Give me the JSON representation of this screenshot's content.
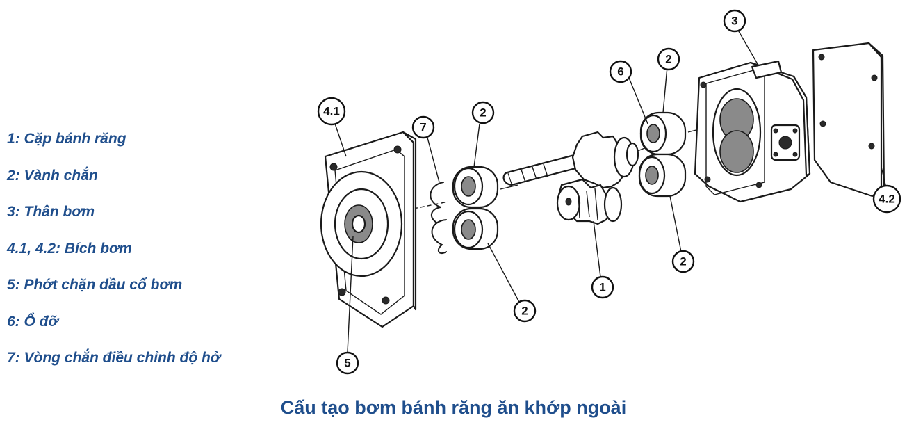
{
  "legend": [
    "1: Cặp bánh răng",
    "2: Vành chắn",
    "3: Thân bơm",
    "4.1, 4.2: Bích bơm",
    "5: Phớt chặn dầu cổ bơm",
    "6: Ổ đỡ",
    "7: Vòng chắn điều chỉnh độ hở"
  ],
  "callouts": {
    "c1": "1",
    "c2a": "2",
    "c2b": "2",
    "c2c": "2",
    "c2d": "2",
    "c3": "3",
    "c41": "4.1",
    "c42": "4.2",
    "c5": "5",
    "c6": "6",
    "c7": "7"
  },
  "caption": "Cấu tạo bơm bánh răng ăn khớp ngoài",
  "colors": {
    "accent": "#1f4e8c",
    "linework": "#1a1a1a",
    "background": "#ffffff"
  }
}
